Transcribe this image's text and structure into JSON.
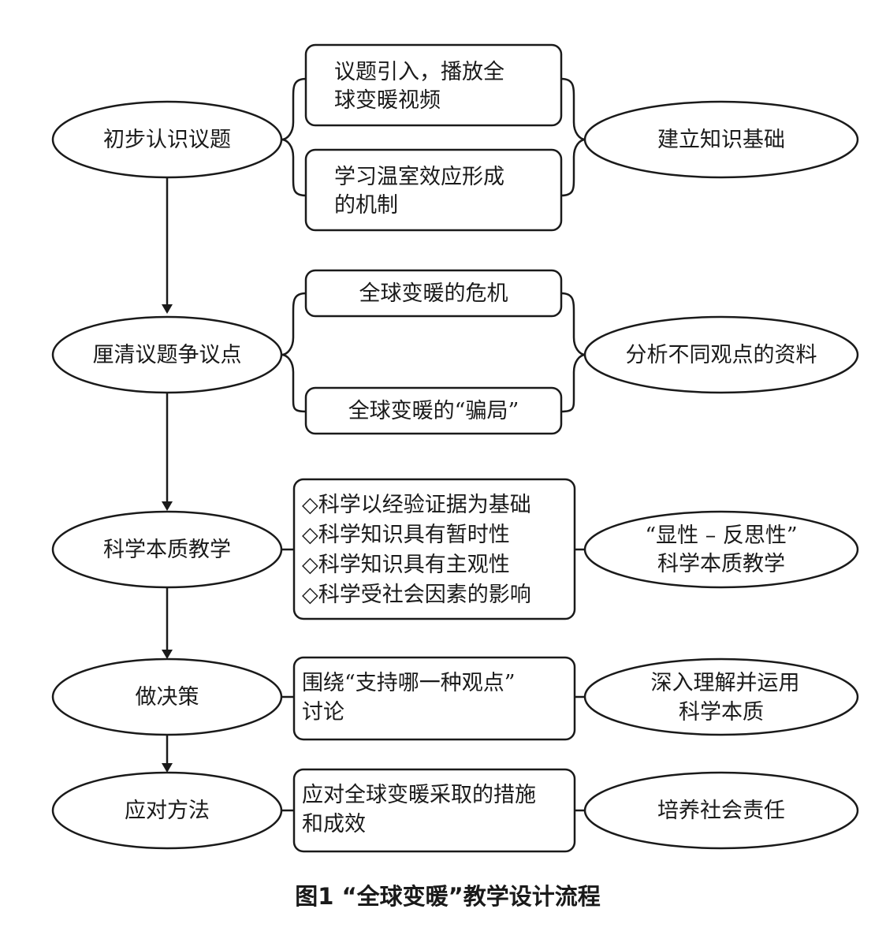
{
  "caption": "图1 “全球变暖”教学设计流程",
  "stages": [
    {
      "label": "初步认识议题",
      "boxes": [
        [
          "议题引入，播放全",
          "球变暖视频"
        ],
        [
          "学习温室效应形成",
          "的机制"
        ]
      ],
      "outcome": [
        "建立知识基础"
      ]
    },
    {
      "label": "厘清议题争议点",
      "boxes": [
        [
          "全球变暖的危机"
        ],
        [
          "全球变暖的“骗局”"
        ]
      ],
      "outcome": [
        "分析不同观点的资料"
      ]
    },
    {
      "label": "科学本质教学",
      "boxes": [
        [
          "◇科学以经验证据为基础",
          "◇科学知识具有暂时性",
          "◇科学知识具有主观性",
          "◇科学受社会因素的影响"
        ]
      ],
      "outcome": [
        "“显性 – 反思性”",
        "科学本质教学"
      ]
    },
    {
      "label": "做决策",
      "boxes": [
        [
          "围绕“支持哪一种观点”",
          "讨论"
        ]
      ],
      "outcome": [
        "深入理解并运用",
        "科学本质"
      ]
    },
    {
      "label": "应对方法",
      "boxes": [
        [
          "应对全球变暖采取的措施",
          "和成效"
        ]
      ],
      "outcome": [
        "培养社会责任"
      ]
    }
  ]
}
